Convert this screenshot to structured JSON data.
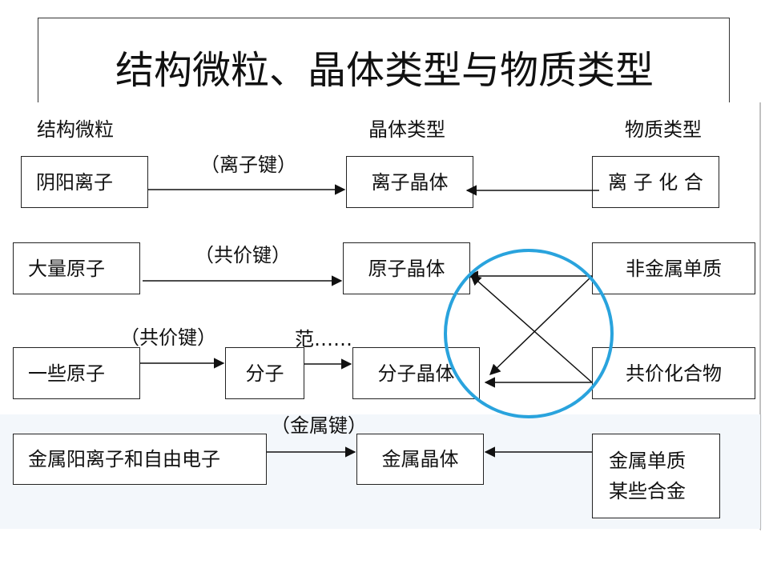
{
  "title": "结构微粒、晶体类型与物质类型",
  "headers": {
    "particles": "结构微粒",
    "crystal": "晶体类型",
    "substance": "物质类型"
  },
  "rows": {
    "ionic": {
      "particle": "阴阳离子",
      "bond": "（离子键）",
      "crystal": "离子晶体",
      "substance": "离 子 化 合"
    },
    "atomic": {
      "particle": "大量原子",
      "bond": "（共价键）",
      "crystal": "原子晶体",
      "substance": "非金属单质"
    },
    "molecular": {
      "particle": "一些原子",
      "bond": "（共价键）",
      "middle": "分子",
      "note": "范……",
      "crystal": "分子晶体",
      "substance": "共价化合物"
    },
    "metallic": {
      "particle": "金属阳离子和自由电子",
      "bond": "（金属键）",
      "crystal": "金属晶体",
      "substance_line1": "金属单质",
      "substance_line2": "某些合金"
    }
  },
  "highlight_color": "#29a3dd"
}
